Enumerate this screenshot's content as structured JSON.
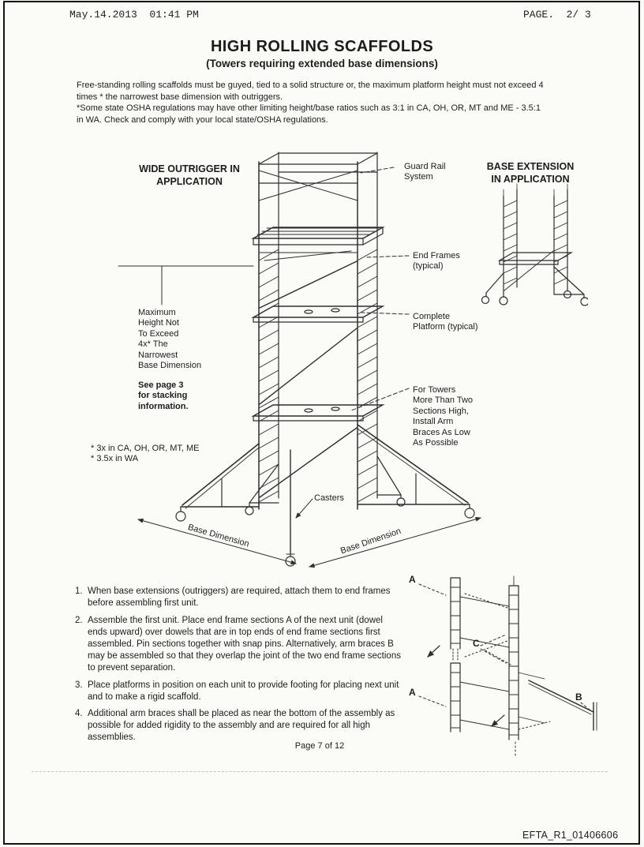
{
  "fax_header": {
    "datetime": "May.14.2013  01:41 PM",
    "page_info": "PAGE.  2/ 3"
  },
  "document": {
    "title": "HIGH ROLLING SCAFFOLDS",
    "subtitle": "(Towers requiring extended base dimensions)",
    "intro_para1": "Free-standing rolling scaffolds must be guyed, tied to a solid structure or, the maximum platform height must not exceed 4\ntimes * the narrowest base dimension with outriggers.",
    "intro_para2": "*Some state OSHA regulations may have other limiting height/base ratios such as 3:1 in CA, OH, OR, MT and ME - 3.5:1\nin WA.  Check and comply with your local state/OSHA regulations."
  },
  "diagram": {
    "wide_outrigger_heading": "WIDE OUTRIGGER IN\nAPPLICATION",
    "base_extension_heading": "BASE EXTENSION\nIN APPLICATION",
    "labels": {
      "guard_rail": "Guard Rail\nSystem",
      "end_frames": "End Frames\n(typical)",
      "complete_platform": "Complete\nPlatform (typical)",
      "max_height": "Maximum\nHeight Not\nTo Exceed\n4x* The\nNarrowest\nBase Dimension",
      "stacking_note": "See page 3\nfor stacking\ninformation.",
      "arm_braces_note": "For Towers\nMore Than Two\nSections High,\nInstall Arm\nBraces As Low\nAs Possible",
      "footnote_ratios": "* 3x in CA, OH, OR, MT, ME\n* 3.5x in WA",
      "casters": "Casters",
      "base_dimension_left": "Base Dimension",
      "base_dimension_right": "Base Dimension"
    }
  },
  "assembly_detail": {
    "label_a_top": "A",
    "label_c": "C",
    "label_a_bottom": "A",
    "label_b": "B"
  },
  "instructions": {
    "items": [
      {
        "num": "1.",
        "text": "When base extensions (outriggers) are required, attach them to end frames before assembling first unit."
      },
      {
        "num": "2.",
        "text": "Assemble the first unit.  Place end frame sections A of the next unit (dowel ends upward) over dowels that are in top ends of end frame sections first assembled.  Pin sections together with snap pins. Alternatively, arm braces B may be assembled so that they overlap the joint of the two end frame sections to prevent separation."
      },
      {
        "num": "3.",
        "text": "Place platforms in position on each unit to provide footing for placing next unit and to make a rigid scaffold."
      },
      {
        "num": "4.",
        "text": "Additional arm braces shall be placed as near the bottom of the assembly as possible for added rigidity to the assembly and are required for all high assemblies."
      }
    ]
  },
  "footer": {
    "page_indicator": "Page 7 of 12",
    "document_id": "EFTA_R1_01406606"
  }
}
